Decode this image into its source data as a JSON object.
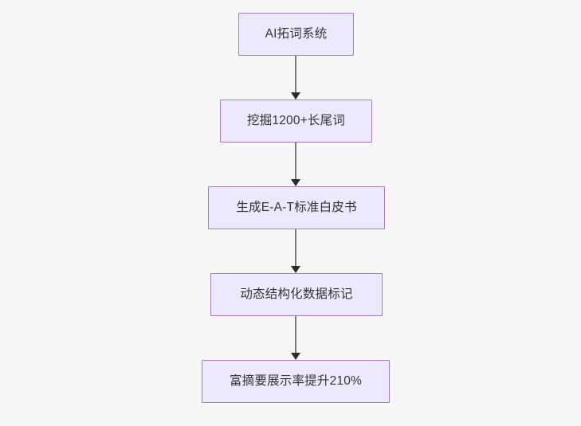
{
  "diagram": {
    "type": "flowchart",
    "direction": "top-to-bottom",
    "background_color": "#f7f7f7",
    "node_fill_color": "#ece9fc",
    "node_border_color": "#a27bd4",
    "node_text_color": "#333333",
    "connector_color": "#7a7a7a",
    "arrowhead_color": "#2b2b2b",
    "nodes": [
      {
        "id": "node-1",
        "label": "AI拓词系统"
      },
      {
        "id": "node-2",
        "label": "挖掘1200+长尾词"
      },
      {
        "id": "node-3",
        "label": "生成E-A-T标准白皮书"
      },
      {
        "id": "node-4",
        "label": "动态结构化数据标记"
      },
      {
        "id": "node-5",
        "label": "富摘要展示率提升210%"
      }
    ],
    "edges": [
      {
        "id": "conn-1",
        "from": "node-1",
        "to": "node-2",
        "label": ""
      },
      {
        "id": "conn-2",
        "from": "node-2",
        "to": "node-3",
        "label": ""
      },
      {
        "id": "conn-3",
        "from": "node-3",
        "to": "node-4",
        "label": ""
      },
      {
        "id": "conn-4",
        "from": "node-4",
        "to": "node-5",
        "label": ""
      }
    ]
  }
}
